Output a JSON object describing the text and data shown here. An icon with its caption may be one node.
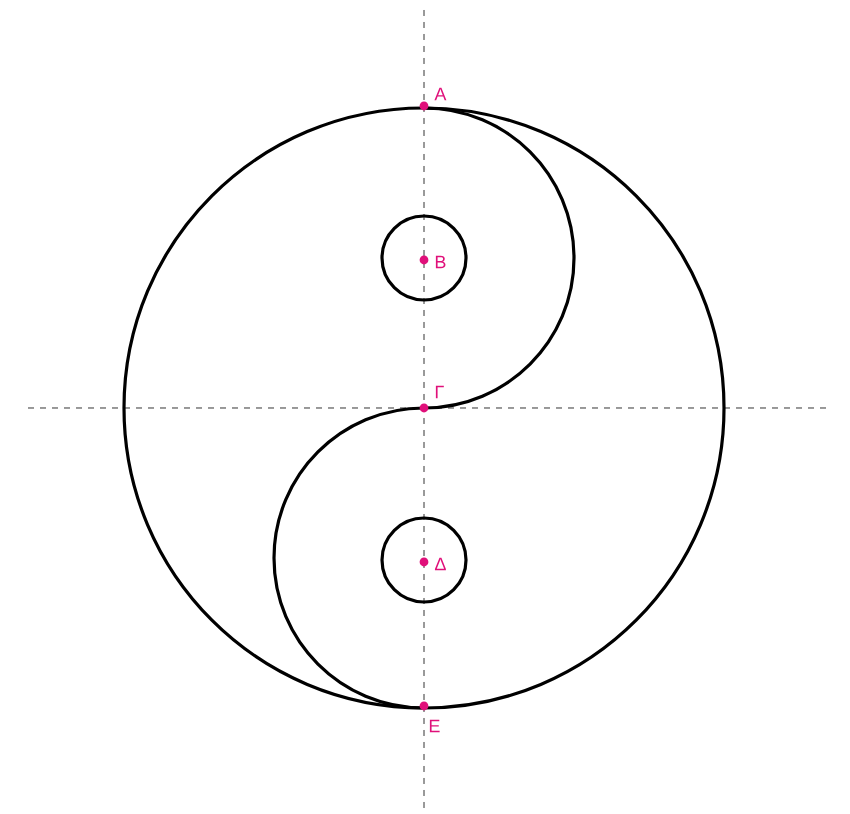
{
  "diagram": {
    "labels": [
      "A",
      "B",
      "Γ",
      "Δ",
      "E"
    ]
  }
}
